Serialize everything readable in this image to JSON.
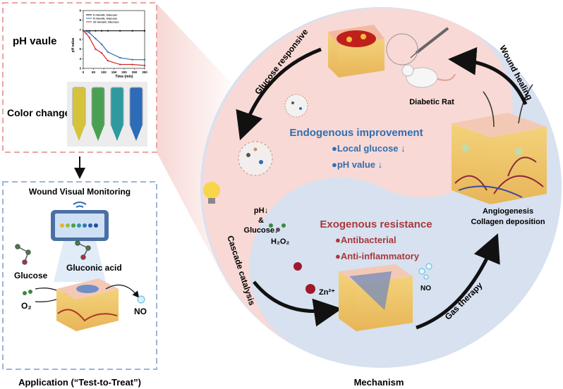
{
  "colors": {
    "pink_region": "#f8d9d6",
    "blue_region": "#d7e1f0",
    "endogenous": "#2f6fb0",
    "exogenous": "#a8393b",
    "panel_pink_border": "#e8a6a6",
    "panel_blue_border": "#9db5d6"
  },
  "left_top": {
    "ph_label": "pH vaule",
    "color_label": "Color change"
  },
  "chart_data": {
    "type": "line",
    "xlabel": "Time (min)",
    "ylabel": "pH value",
    "xlim": [
      0,
      300
    ],
    "ylim": [
      3,
      9
    ],
    "xticks": [
      "0",
      "50",
      "100",
      "150",
      "200",
      "250",
      "300"
    ],
    "yticks": [
      "3",
      "4",
      "5",
      "6",
      "7",
      "8",
      "9"
    ],
    "legend_placement": "top-left",
    "x": [
      0,
      15,
      30,
      60,
      90,
      120,
      180,
      240,
      300
    ],
    "series": [
      {
        "name": "0 mmol/L Glucose",
        "color": "#111111",
        "values": [
          6.9,
          6.9,
          6.9,
          6.9,
          6.9,
          6.9,
          6.9,
          6.9,
          6.9
        ]
      },
      {
        "name": "5 mmol/L Glucose",
        "color": "#2e6db4",
        "values": [
          6.9,
          6.85,
          6.7,
          6.1,
          5.5,
          4.7,
          4.1,
          3.9,
          3.9
        ]
      },
      {
        "name": "20 mmol/L Glucose",
        "color": "#d22a2a",
        "values": [
          6.9,
          6.6,
          6.2,
          5.0,
          4.6,
          3.8,
          3.4,
          3.4,
          3.3
        ]
      }
    ]
  },
  "left_bottom": {
    "title": "Wound Visual Monitoring",
    "glucose": "Glucose",
    "gluconic": "Gluconic acid",
    "o2": "O₂",
    "no": "NO"
  },
  "captions": {
    "application": "Application (“Test-to-Treat”)",
    "mechanism": "Mechanism"
  },
  "mechanism": {
    "glucose_responsive": "Glucose responsive",
    "diabetic_rat": "Diabetic  Rat",
    "wound_healing": "Wound healing",
    "endogenous_title": "Endogenous improvement",
    "endogenous_items": [
      "●Local glucose ↓",
      "●pH value ↓"
    ],
    "ph": "pH↓",
    "amp": "&",
    "glucose": "Glucose↓",
    "cascade": "Cascade catalysis",
    "h2o2": "H₂O₂",
    "zn": "Zn²⁺",
    "exogenous_title": "Exogenous resistance",
    "exogenous_items": [
      "●Antibacterial",
      "●Anti-inflammatory"
    ],
    "no": "NO",
    "gas_therapy": "Gas therapy",
    "angiogenesis": "Angiogenesis",
    "collagen": "Collagen deposition"
  }
}
